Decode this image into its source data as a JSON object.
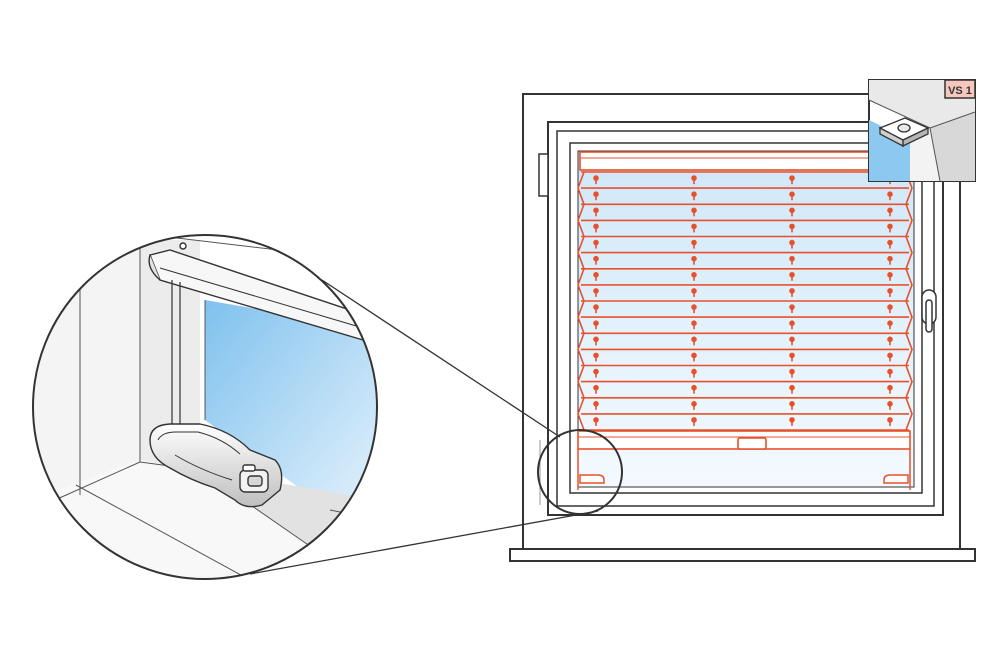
{
  "inset_label": "VS 1",
  "colors": {
    "line": "#333333",
    "blind": "#e8502c",
    "glass_light": "#f2f8fd",
    "glass_blue": "#7fc1ee",
    "badge_fill": "#f6c7bd",
    "frame_fill": "#ffffff",
    "shade_gray": "#dcdcdc"
  },
  "blind": {
    "pleat_rows": 16,
    "cord_columns": 4
  }
}
